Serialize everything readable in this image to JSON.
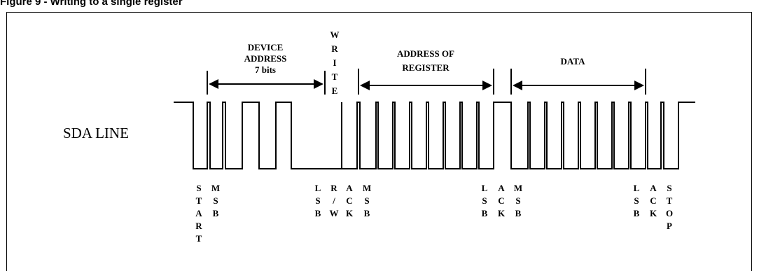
{
  "figure_title": "Figure 9 - Writing to a single register",
  "signal_label": "SDA LINE",
  "headers": {
    "device_address": [
      "DEVICE",
      "ADDRESS",
      "7 bits"
    ],
    "write": [
      "W",
      "R",
      "I",
      "T",
      "E"
    ],
    "address_of_register": [
      "ADDRESS OF",
      "REGISTER"
    ],
    "data": [
      "DATA"
    ]
  },
  "bit_labels": [
    {
      "id": "start",
      "chars": [
        "S",
        "T",
        "A",
        "R",
        "T"
      ]
    },
    {
      "id": "msb-1",
      "chars": [
        "M",
        "S",
        "B"
      ]
    },
    {
      "id": "lsb-1",
      "chars": [
        "L",
        "S",
        "B"
      ]
    },
    {
      "id": "rw",
      "chars": [
        "R",
        "/",
        "W"
      ]
    },
    {
      "id": "ack-1",
      "chars": [
        "A",
        "C",
        "K"
      ]
    },
    {
      "id": "msb-2",
      "chars": [
        "M",
        "S",
        "B"
      ]
    },
    {
      "id": "lsb-2",
      "chars": [
        "L",
        "S",
        "B"
      ]
    },
    {
      "id": "ack-2",
      "chars": [
        "A",
        "C",
        "K"
      ]
    },
    {
      "id": "msb-3",
      "chars": [
        "M",
        "S",
        "B"
      ]
    },
    {
      "id": "lsb-3",
      "chars": [
        "L",
        "S",
        "B"
      ]
    },
    {
      "id": "ack-3",
      "chars": [
        "A",
        "C",
        "K"
      ]
    },
    {
      "id": "stop",
      "chars": [
        "S",
        "T",
        "O",
        "P"
      ]
    }
  ]
}
